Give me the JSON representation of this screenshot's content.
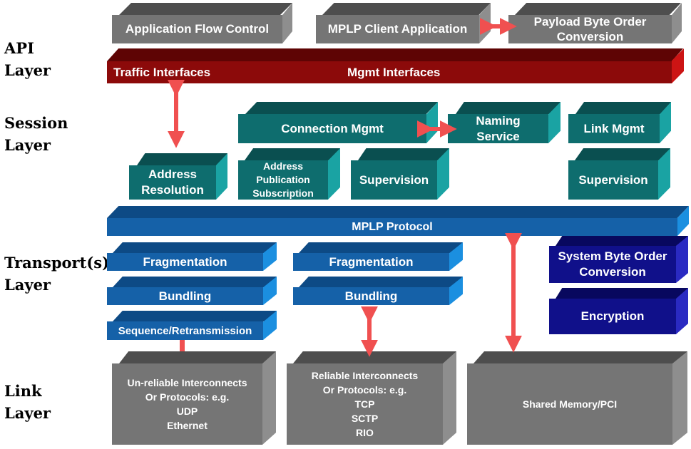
{
  "layers": {
    "api": "API\nLayer",
    "session": "Session\nLayer",
    "transport": "Transport(s)\nLayer",
    "link": "Link\nLayer"
  },
  "api": {
    "app_flow": "Application Flow Control",
    "mplp_client": "MPLP Client Application",
    "payload_byte_order": "Payload Byte Order\nConversion",
    "traffic_interfaces": "Traffic Interfaces",
    "mgmt_interfaces": "Mgmt Interfaces"
  },
  "session": {
    "connection_mgmt": "Connection Mgmt",
    "naming_service": "Naming\nService",
    "link_mgmt": "Link Mgmt",
    "address_resolution": "Address\nResolution",
    "address_publication": "Address\nPublication\nSubscription",
    "supervision_1": "Supervision",
    "supervision_2": "Supervision"
  },
  "transport": {
    "mplp_protocol": "MPLP Protocol",
    "fragmentation_1": "Fragmentation",
    "fragmentation_2": "Fragmentation",
    "bundling_1": "Bundling",
    "bundling_2": "Bundling",
    "seq_retrans": "Sequence/Retransmission",
    "system_byte_order": "System Byte Order\nConversion",
    "encryption": "Encryption"
  },
  "link": {
    "unreliable": "Un-reliable Interconnects\nOr Protocols: e.g.\nUDP\nEthernet",
    "reliable": "Reliable Interconnects\nOr Protocols: e.g.\nTCP\nSCTP\nRIO",
    "shared_memory": "Shared Memory/PCI"
  },
  "colors": {
    "gray": "#757575",
    "teal": "#0e6d6e",
    "blue": "#1561a8",
    "navy": "#10108a",
    "red": "#8c0a0a",
    "arrow": "#f05050"
  }
}
